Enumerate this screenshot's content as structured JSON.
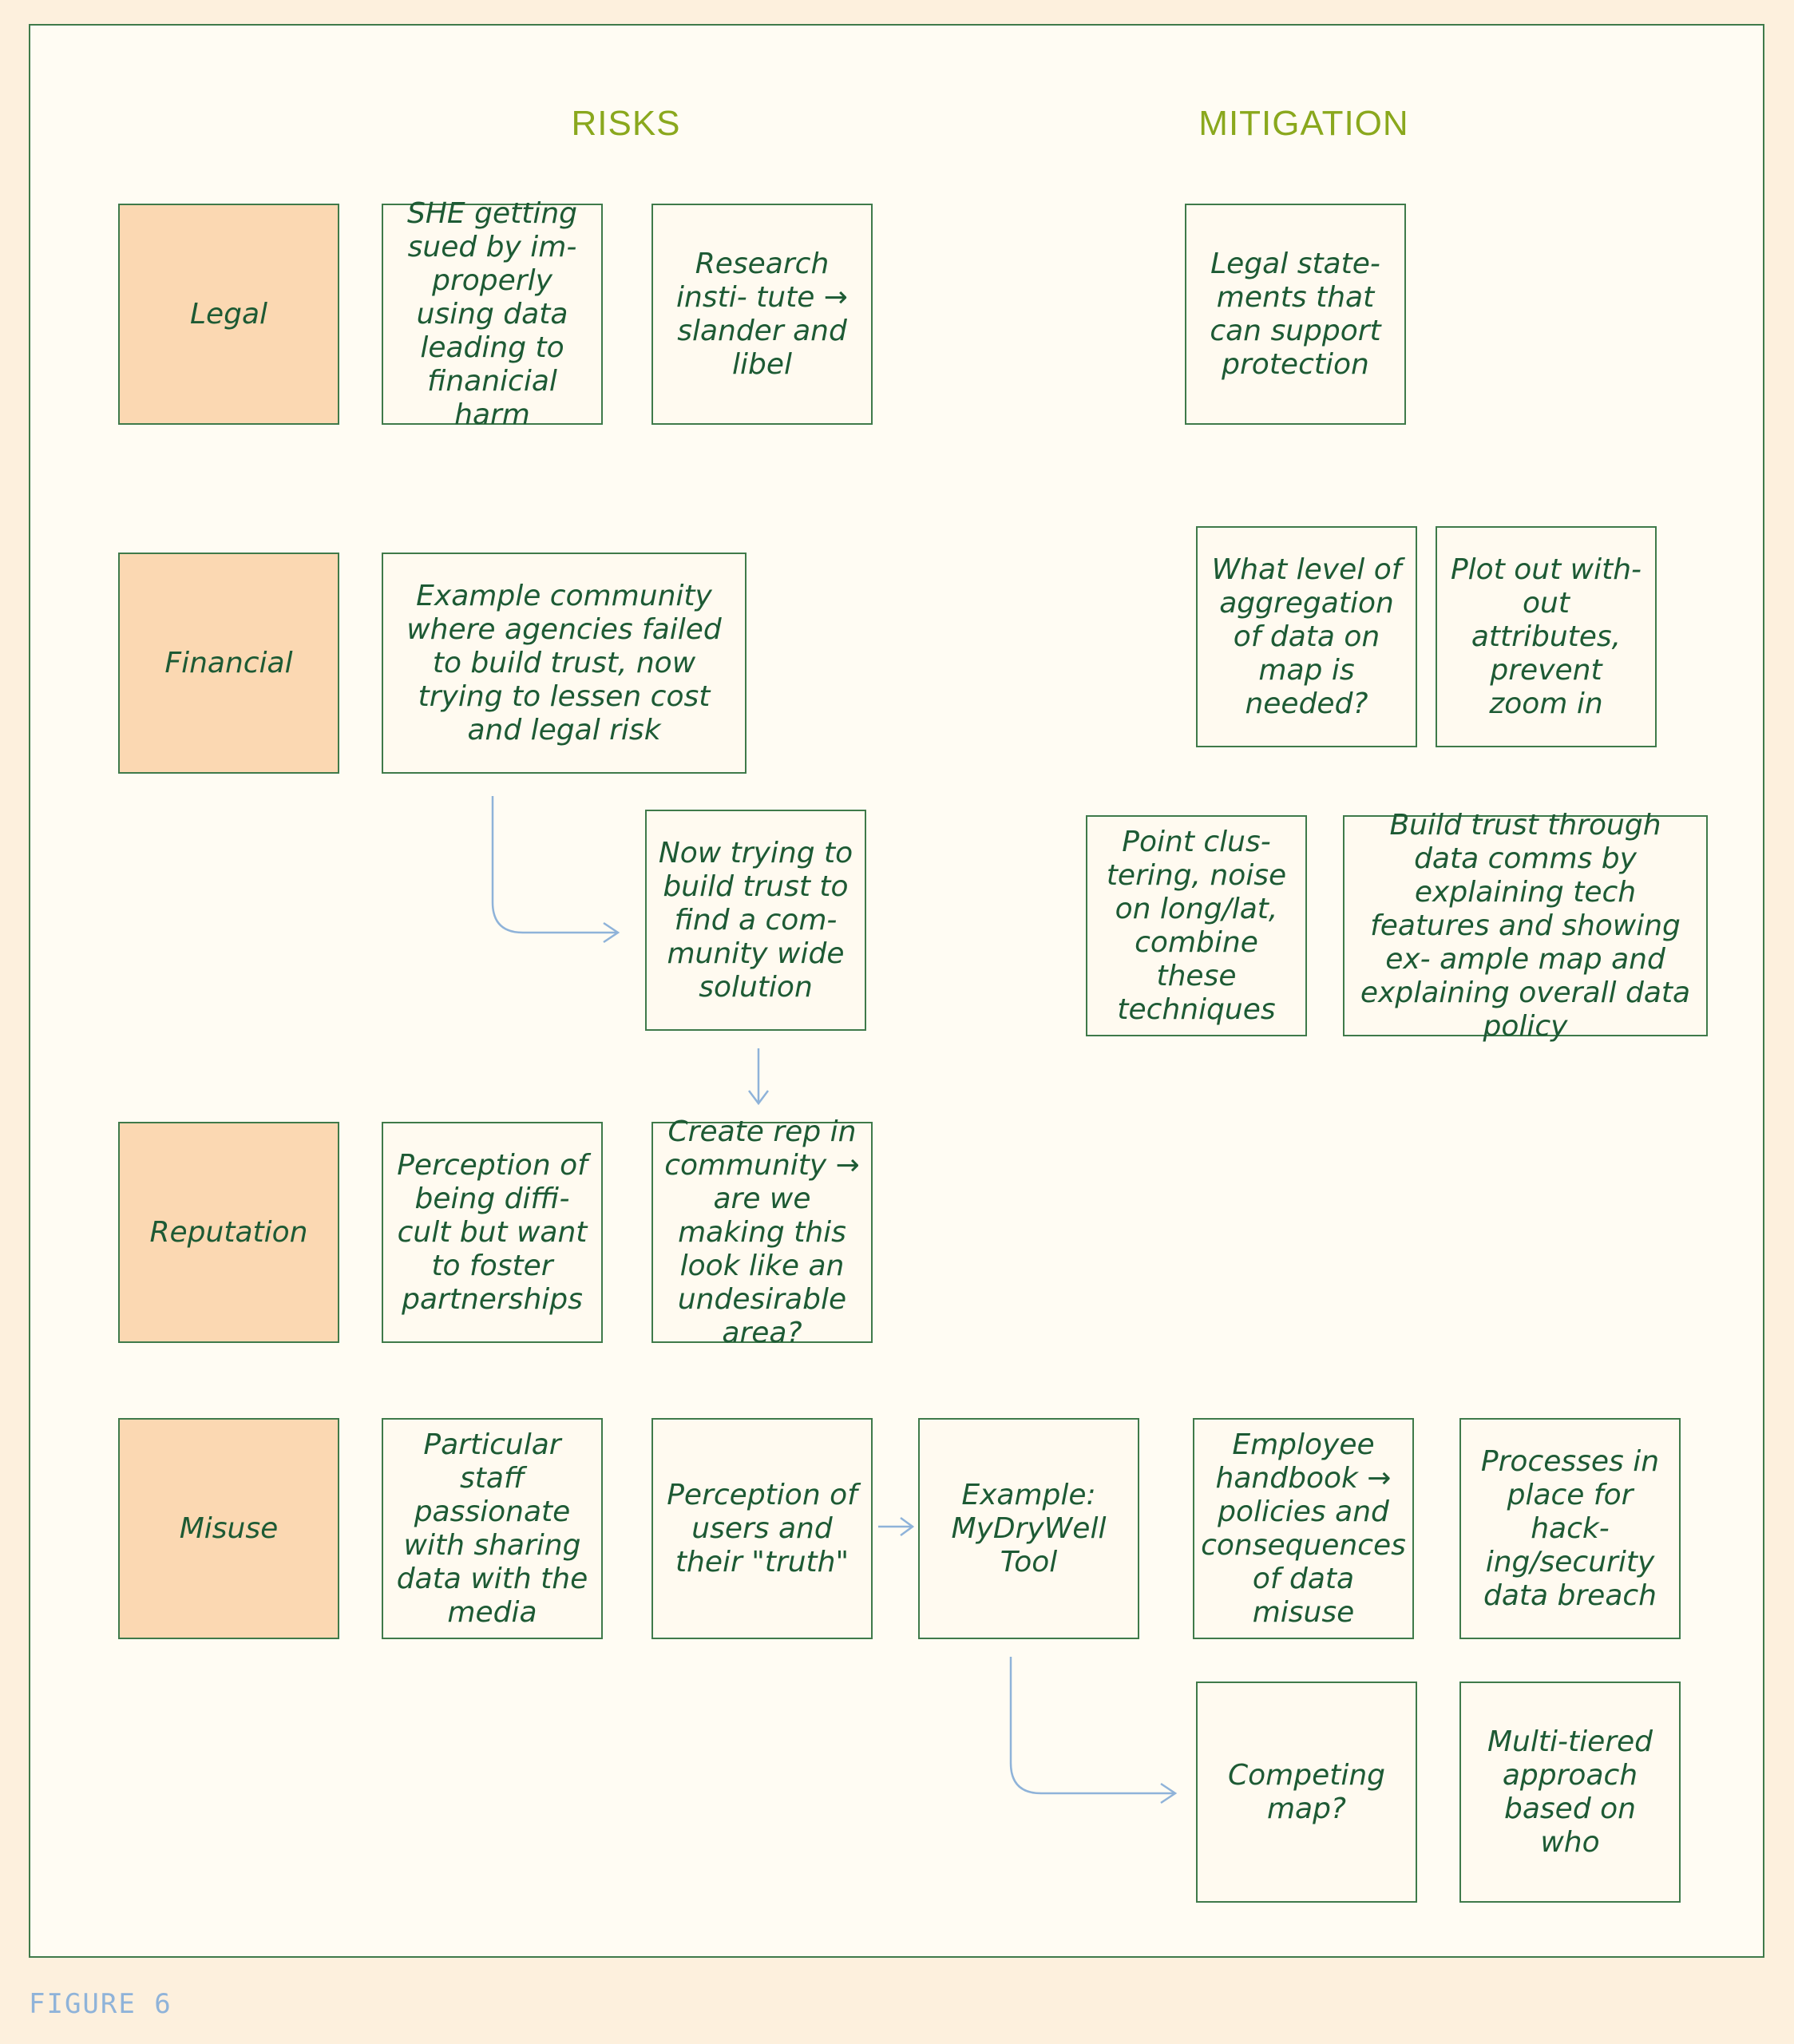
{
  "headings": {
    "risks": "RISKS",
    "mitigation": "MITIGATION"
  },
  "categories": {
    "legal": "Legal",
    "financial": "Financial",
    "reputation": "Reputation",
    "misuse": "Misuse"
  },
  "risks": {
    "legal_1": "SHE getting sued by im- properly using data leading to finanicial harm",
    "legal_2": "Research insti- tute → slander and libel",
    "financial_1": "Example community where agencies failed to build trust, now trying to lessen cost and legal risk",
    "financial_2": "Now trying to build trust to find a com- munity wide solution",
    "reputation_1": "Perception of being diffi- cult but want to foster partnerships",
    "reputation_2": "Create rep in community → are we making this look like an undesirable area?",
    "misuse_1": "Particular staff passionate with sharing data with the media",
    "misuse_2": "Perception of users and their \"truth\"",
    "misuse_3": "Example: MyDryWell Tool"
  },
  "mitigation": {
    "legal_1": "Legal state- ments that can support protection",
    "aggregation": "What level of aggregation of data on map is needed?",
    "plot_out": "Plot out with- out attributes, prevent zoom in",
    "clustering": "Point clus- tering, noise on long/lat, combine these techniques",
    "build_trust": "Build trust through data comms by explaining tech features and showing ex- ample map and explaining overall data policy",
    "handbook": "Employee handbook → policies and consequences of data misuse",
    "processes": "Processes in place for hack- ing/security data breach",
    "competing": "Competing map?",
    "multi_tiered": "Multi-tiered approach based on who"
  },
  "figure_label": "FIGURE 6",
  "colors": {
    "background": "#fdf0dd",
    "border": "#3f7a4a",
    "category_fill": "#fbd8b2",
    "heading": "#8aa81d",
    "text": "#1d5a34",
    "arrow": "#8fb3d9"
  }
}
